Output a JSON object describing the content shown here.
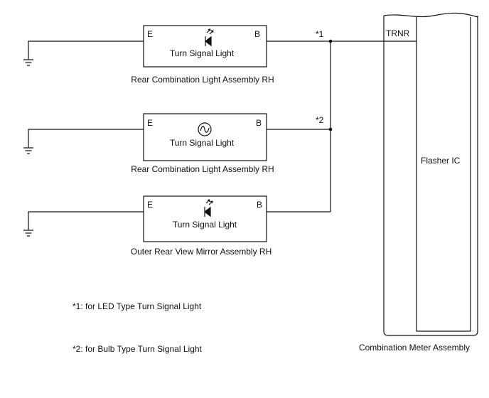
{
  "diagram": {
    "assemblies": [
      {
        "light_label": "Turn Signal Light",
        "assembly_label": "Rear Combination Light Assembly RH",
        "pin_left": "E",
        "pin_right": "B",
        "light_icon": "led-icon",
        "note_marker": "*1"
      },
      {
        "light_label": "Turn Signal Light",
        "assembly_label": "Rear Combination Light Assembly RH",
        "pin_left": "E",
        "pin_right": "B",
        "light_icon": "bulb-icon",
        "note_marker": "*2"
      },
      {
        "light_label": "Turn Signal Light",
        "assembly_label": "Outer Rear View Mirror Assembly RH",
        "pin_left": "E",
        "pin_right": "B",
        "light_icon": "led-icon"
      }
    ],
    "meter": {
      "assembly_label": "Combination Meter Assembly",
      "terminal": "TRNR",
      "ic_label": "Flasher IC"
    },
    "notes": [
      "*1: for LED Type Turn Signal Light",
      "*2: for Bulb Type Turn Signal Light"
    ]
  }
}
